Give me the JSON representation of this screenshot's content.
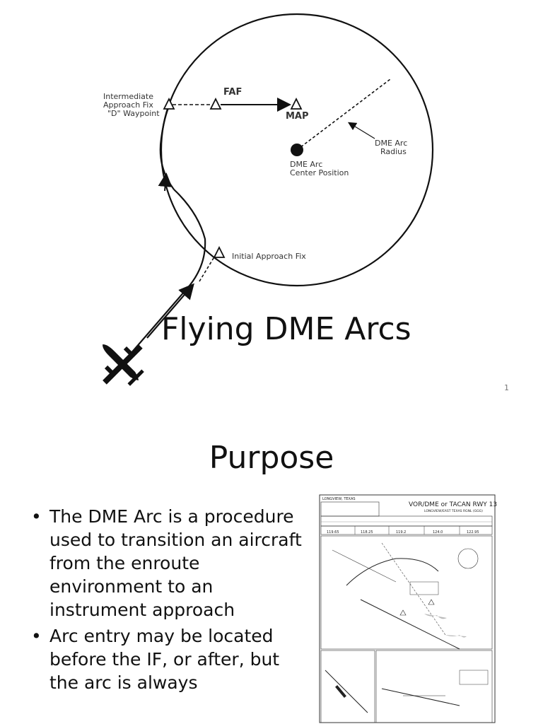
{
  "slide1": {
    "title": "Flying DME Arcs",
    "page_number": "1",
    "diagram": {
      "intermediate_fix_label": [
        "Intermediate",
        "Approach Fix",
        "\"D\" Waypoint"
      ],
      "faf_label": "FAF",
      "map_label": "MAP",
      "dme_radius_label": [
        "DME Arc",
        "Radius"
      ],
      "center_label": [
        "DME Arc",
        "Center Position"
      ],
      "initial_fix_label": "Initial Approach Fix"
    }
  },
  "slide2": {
    "title": "Purpose",
    "bullets": [
      "The DME Arc is a procedure used to transition an aircraft from the enroute environment to an instrument approach",
      "Arc entry may be located before the IF, or after, but the arc is always"
    ],
    "approach_chart": {
      "title": "VOR/DME or TACAN RWY 13",
      "header_left": "LONGVIEW, TEXAS",
      "header_right": "LONGVIEW/EAST TEXAS RGNL (GGG)",
      "frequencies": [
        "119.65",
        "118.25",
        "119.2",
        "124.0",
        "122.95"
      ]
    }
  }
}
